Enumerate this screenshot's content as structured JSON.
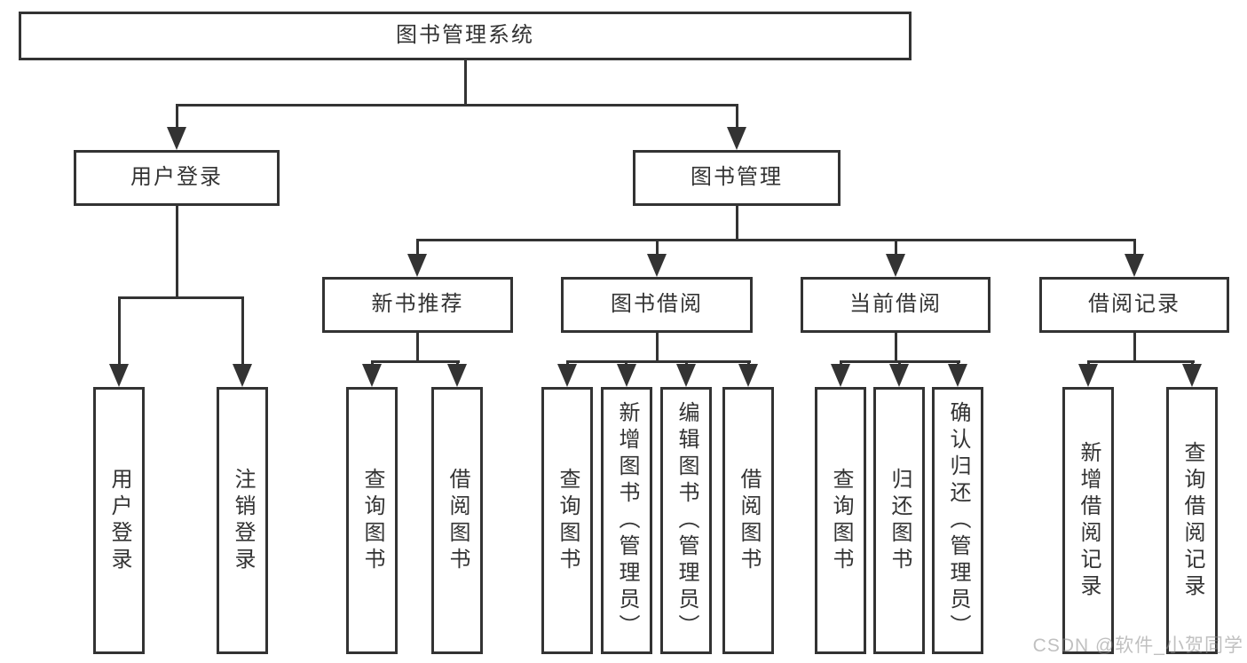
{
  "diagram": {
    "root": {
      "label": "图书管理系统"
    },
    "level2": [
      {
        "label": "用户登录"
      },
      {
        "label": "图书管理"
      }
    ],
    "level3": [
      {
        "label": "新书推荐"
      },
      {
        "label": "图书借阅"
      },
      {
        "label": "当前借阅"
      },
      {
        "label": "借阅记录"
      }
    ],
    "leaves": {
      "user_login": [
        "用户登录",
        "注销登录"
      ],
      "new_book_rec": [
        "查询图书",
        "借阅图书"
      ],
      "book_borrow": [
        "查询图书",
        "新增图书（管理员）",
        "编辑图书（管理员）",
        "借阅图书"
      ],
      "current_borrow": [
        "查询图书",
        "归还图书",
        "确认归还（管理员）"
      ],
      "borrow_records": [
        "新增借阅记录",
        "查询借阅记录"
      ]
    }
  },
  "watermark": {
    "text": "CSDN @软件_小贺同学"
  },
  "colors": {
    "line": "#333333",
    "text": "#333333",
    "background": "#ffffff"
  }
}
